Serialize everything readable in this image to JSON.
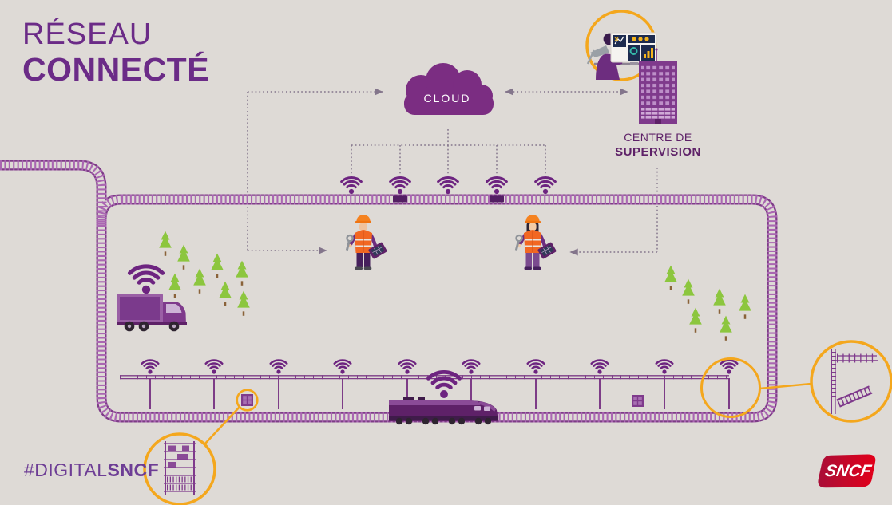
{
  "title": {
    "line1": "RÉSEAU",
    "line2": "CONNECTÉ",
    "color": "#6b2b87"
  },
  "cloud": {
    "label": "CLOUD",
    "fill": "#7b2d82"
  },
  "supervision": {
    "label_line1": "CENTRE DE",
    "label_line2": "SUPERVISION",
    "text_color": "#5e2168"
  },
  "footer": {
    "hashtag_light": "#DIGITAL",
    "hashtag_bold": "SNCF",
    "color": "#6d3d95"
  },
  "logo": {
    "text": "SNCF",
    "gradient_start": "#a90e38",
    "gradient_end": "#e2001a"
  },
  "palette": {
    "background": "#dedad6",
    "rail_purple": "#7d3c87",
    "tie_purple": "#aa66b2",
    "illustration_purple": "#7f3a8c",
    "dark_purple": "#5e2168",
    "vest_orange": "#f26722",
    "helmet_orange": "#f58220",
    "tree_green": "#8cc63e",
    "highlight_yellow": "#f4a71d",
    "dashed_link": "#83758b",
    "screen_navy": "#1d2b4f"
  },
  "scene": {
    "top_antenna_count": 5,
    "trackside_pole_count": 10,
    "left_tree_count": 8,
    "right_tree_count": 6,
    "track_sensor_count": 2,
    "signal_box_count": 2,
    "highlight_circle_count": 5,
    "worker_count": 2
  },
  "icons": {
    "cloud": "cloud-icon",
    "wifi": "wifi-signal-icon",
    "tree": "tree-icon",
    "truck": "connected-truck",
    "train": "connected-train",
    "worker": "maintenance-worker",
    "building": "supervision-building",
    "rack": "relay-rack-detail",
    "catenary": "catenary-detail",
    "sncf": "sncf-logo"
  }
}
